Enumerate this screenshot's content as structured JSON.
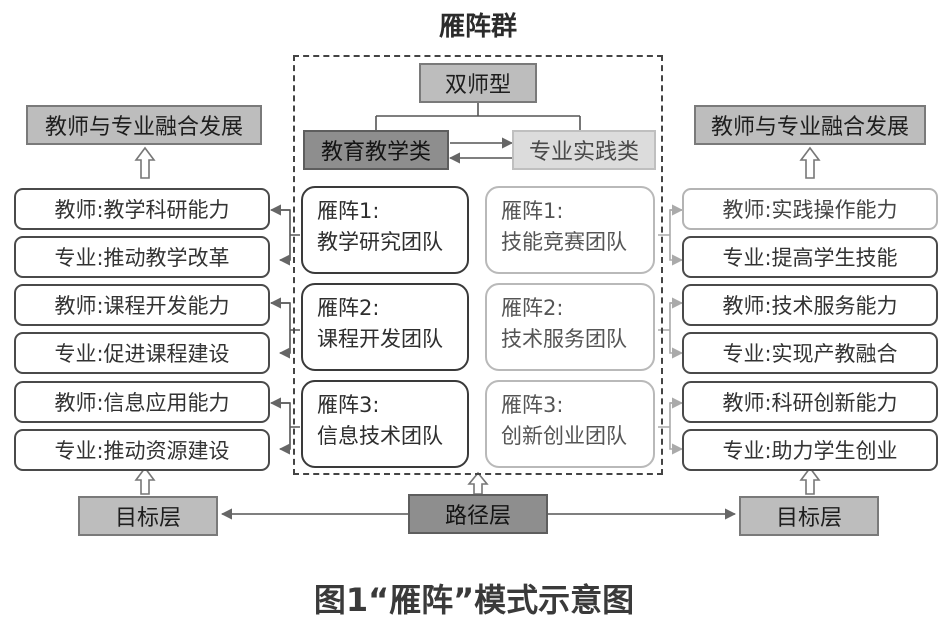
{
  "group_title": "雁阵群",
  "top": {
    "double_teacher": "双师型"
  },
  "categories": {
    "left": "教育教学类",
    "right": "专业实践类"
  },
  "teams_left": [
    {
      "line1": "雁阵1:",
      "line2": "教学研究团队"
    },
    {
      "line1": "雁阵2:",
      "line2": "课程开发团队"
    },
    {
      "line1": "雁阵3:",
      "line2": "信息技术团队"
    }
  ],
  "teams_right": [
    {
      "line1": "雁阵1:",
      "line2": "技能竞赛团队"
    },
    {
      "line1": "雁阵2:",
      "line2": "技术服务团队"
    },
    {
      "line1": "雁阵3:",
      "line2": "创新创业团队"
    }
  ],
  "left_goal": "教师与专业融合发展",
  "right_goal": "教师与专业融合发展",
  "left_items": [
    "教师:教学科研能力",
    "专业:推动教学改革",
    "教师:课程开发能力",
    "专业:促进课程建设",
    "教师:信息应用能力",
    "专业:推动资源建设"
  ],
  "right_items": [
    "教师:实践操作能力",
    "专业:提高学生技能",
    "教师:技术服务能力",
    "专业:实现产教融合",
    "教师:科研创新能力",
    "专业:助力学生创业"
  ],
  "bottom": {
    "left_layer": "目标层",
    "path_layer": "路径层",
    "right_layer": "目标层"
  },
  "caption": "图1“雁阵”模式示意图"
}
